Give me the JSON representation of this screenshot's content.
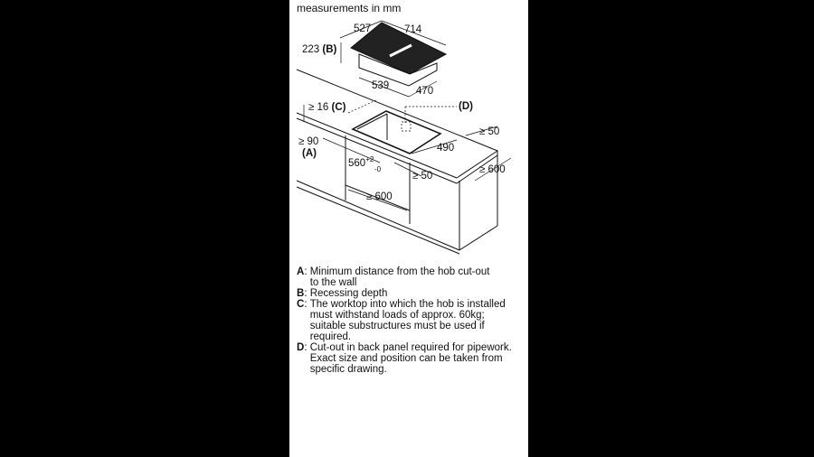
{
  "title": "measurements in mm",
  "dimensions": {
    "hob_depth": "527",
    "hob_width": "714",
    "recess_depth": "223",
    "recess_key": "(B)",
    "body_width": "539",
    "body_depth": "470",
    "worktop_thickness": "≥ 16",
    "worktop_key": "(C)",
    "back_cutout_key": "(D)",
    "wall_distance": "≥ 90",
    "wall_key": "(A)",
    "cutout_width": "560",
    "cutout_tol_plus": "+2",
    "cutout_tol_minus": "-0",
    "cutout_depth": "490",
    "back_margin": "≥ 50",
    "front_margin": "≥ 50",
    "worktop_depth": "≥ 600",
    "cabinet_width": "≥ 600"
  },
  "legend": [
    {
      "key": "A",
      "text": "Minimum distance from the hob cut-out\nto the wall"
    },
    {
      "key": "B",
      "text": "Recessing depth"
    },
    {
      "key": "C",
      "text": "The worktop into which the hob is installed\nmust withstand loads of approx. 60kg;\nsuitable substructures must be used if\nrequired."
    },
    {
      "key": "D",
      "text": "Cut-out in back panel required for pipework.\nExact size and position can be taken from\nspecific drawing."
    }
  ]
}
